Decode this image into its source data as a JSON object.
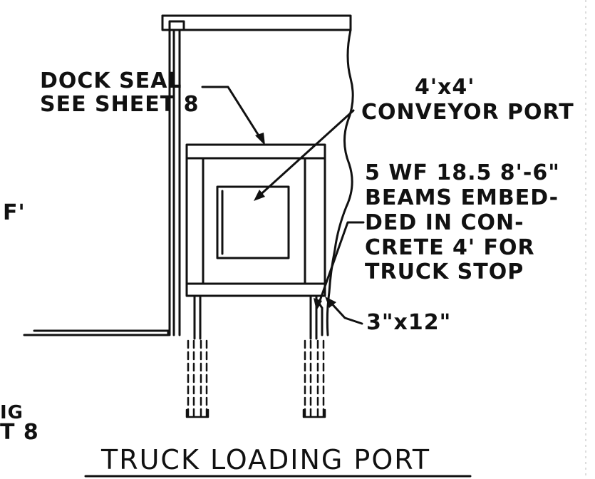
{
  "drawing": {
    "line_color": "#111111",
    "background": "#ffffff",
    "labels": {
      "dock_seal_line1": "DOCK SEAL",
      "dock_seal_line2": "SEE SHEET 8",
      "port_size": "4'x4'",
      "port_name": "CONVEYOR PORT",
      "beams_line1": "5 WF 18.5 8'-6\"",
      "beams_line2": "BEAMS EMBED-",
      "beams_line3": "DED IN CON-",
      "beams_line4": "CRETE 4' FOR",
      "beams_line5": "TRUCK STOP",
      "plank_size": "3\"x12\"",
      "left_fragment_f": "F'",
      "left_fragment_ig": "IG",
      "left_fragment_t8": "T 8",
      "title": "TRUCK LOADING PORT"
    }
  }
}
